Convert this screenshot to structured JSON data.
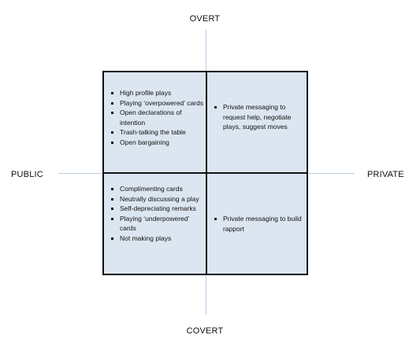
{
  "axes": {
    "top": "OVERT",
    "bottom": "COVERT",
    "left": "PUBLIC",
    "right": "PRIVATE"
  },
  "quadrants": {
    "top_left": [
      "High profile plays",
      "Playing ‘overpowered’ cards",
      "Open declarations of intention",
      "Trash-talking the table",
      "Open bargaining"
    ],
    "top_right": [
      "Private messaging to request help, negotiate plays, suggest moves"
    ],
    "bottom_left": [
      "Complimenting cards",
      "Neutrally discussing a play",
      "Self-depreciating remarks",
      "Playing ‘underpowered’ cards",
      "Not making plays"
    ],
    "bottom_right": [
      "Private messaging to build rapport"
    ]
  }
}
